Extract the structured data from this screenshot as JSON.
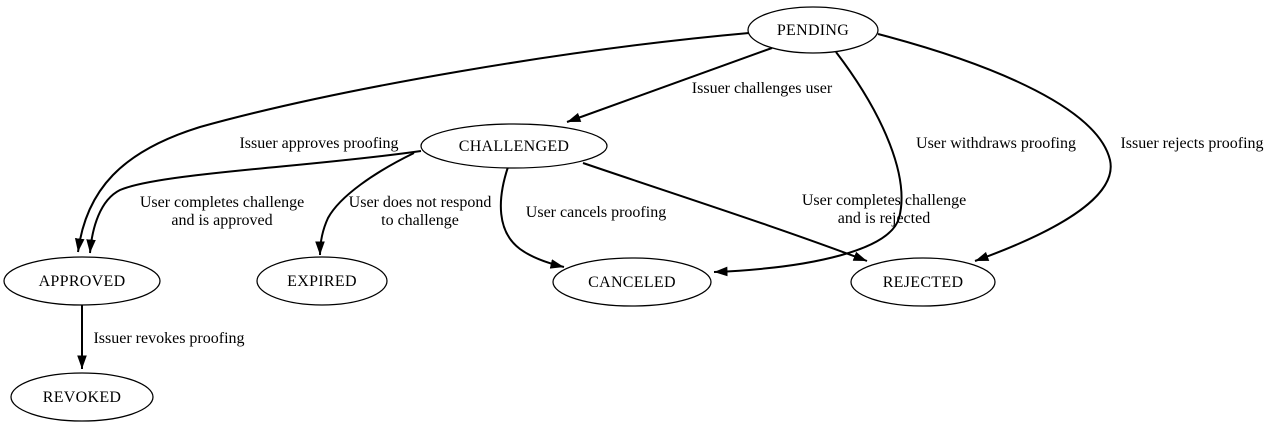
{
  "diagram": {
    "kind": "state-machine-graph",
    "colors": {
      "background": "#ffffff",
      "node_fill": "#ffffff",
      "stroke": "#000000",
      "text": "#000000"
    },
    "nodes": [
      {
        "id": "pending",
        "label": "PENDING"
      },
      {
        "id": "challenged",
        "label": "CHALLENGED"
      },
      {
        "id": "approved",
        "label": "APPROVED"
      },
      {
        "id": "expired",
        "label": "EXPIRED"
      },
      {
        "id": "canceled",
        "label": "CANCELED"
      },
      {
        "id": "rejected",
        "label": "REJECTED"
      },
      {
        "id": "revoked",
        "label": "REVOKED"
      }
    ],
    "edges": [
      {
        "from": "PENDING",
        "to": "APPROVED",
        "label": "Issuer approves proofing",
        "label_lines": [
          "Issuer approves proofing"
        ]
      },
      {
        "from": "PENDING",
        "to": "CHALLENGED",
        "label": "Issuer challenges user",
        "label_lines": [
          "Issuer challenges user"
        ]
      },
      {
        "from": "PENDING",
        "to": "CANCELED",
        "label": "User withdraws proofing",
        "label_lines": [
          "User withdraws proofing"
        ]
      },
      {
        "from": "PENDING",
        "to": "REJECTED",
        "label": "Issuer rejects proofing",
        "label_lines": [
          "Issuer rejects proofing"
        ]
      },
      {
        "from": "CHALLENGED",
        "to": "APPROVED",
        "label": "User completes challenge and is approved",
        "label_lines": [
          "User completes challenge",
          "and is approved"
        ]
      },
      {
        "from": "CHALLENGED",
        "to": "EXPIRED",
        "label": "User does not respond to challenge",
        "label_lines": [
          "User does not respond",
          "to challenge"
        ]
      },
      {
        "from": "CHALLENGED",
        "to": "CANCELED",
        "label": "User cancels proofing",
        "label_lines": [
          "User cancels proofing"
        ]
      },
      {
        "from": "CHALLENGED",
        "to": "REJECTED",
        "label": "User completes challenge and is rejected",
        "label_lines": [
          "User completes challenge",
          "and is rejected"
        ]
      },
      {
        "from": "APPROVED",
        "to": "REVOKED",
        "label": "Issuer revokes proofing",
        "label_lines": [
          "Issuer revokes proofing"
        ]
      }
    ]
  }
}
